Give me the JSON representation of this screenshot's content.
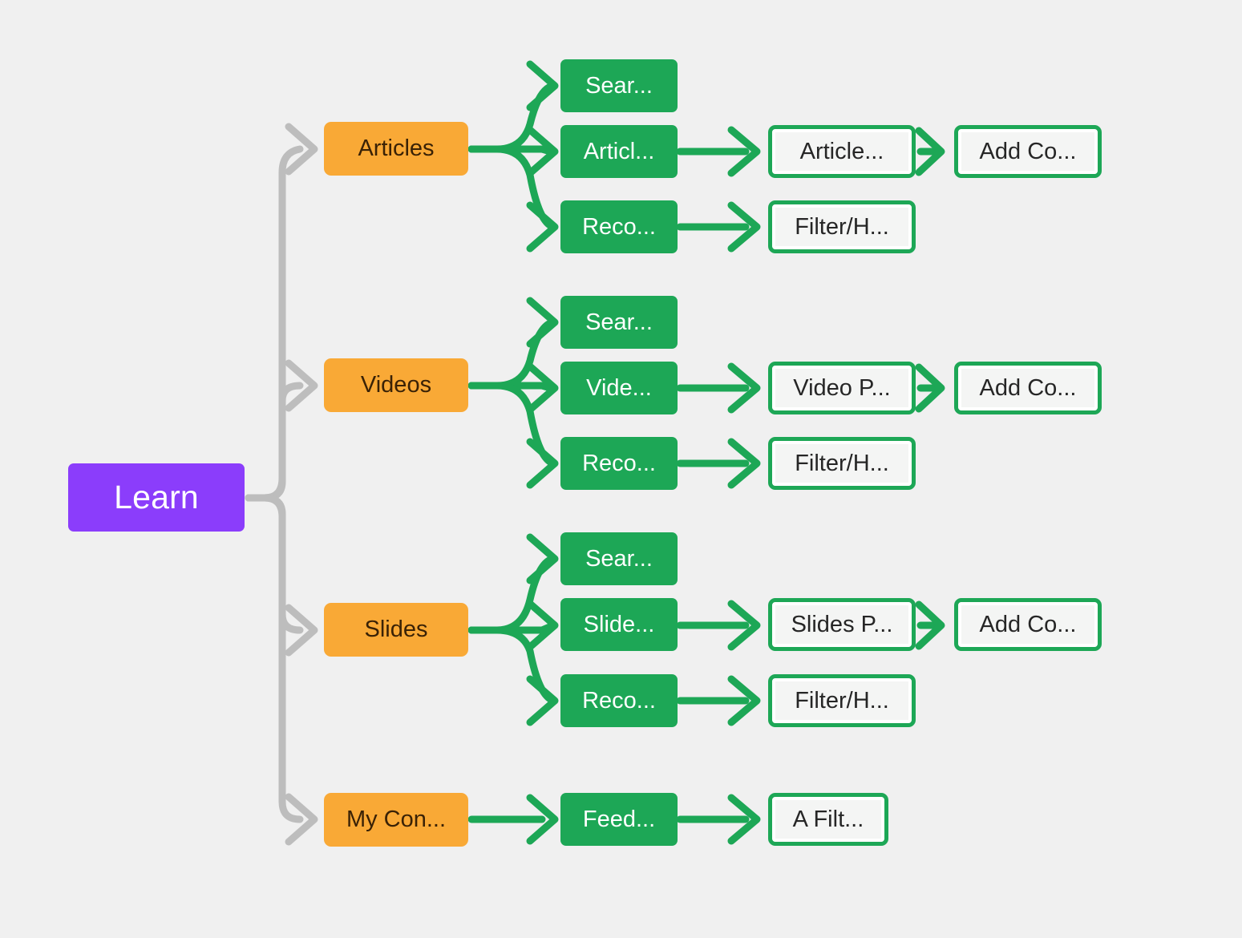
{
  "diagram": {
    "type": "flowchart-mindmap",
    "background_color": "#f0f0f0",
    "orientation": "left-to-right",
    "colors": {
      "root": "#8b3dfb",
      "root_text": "#ffffff",
      "category": "#f9a936",
      "category_text": "#3a2206",
      "green_fill": "#1da756",
      "green_fill_text": "#ffffff",
      "outline_border": "#1da756",
      "outline_text": "#262626",
      "root_edge": "#bdbdbd",
      "branch_edge": "#1da756"
    },
    "root": {
      "label": "Learn"
    },
    "categories": [
      {
        "label": "Articles"
      },
      {
        "label": "Videos"
      },
      {
        "label": "Slides"
      },
      {
        "label": "My Con..."
      }
    ],
    "nodes": {
      "articles_search": "Sear...",
      "articles_list": "Articl...",
      "articles_reco": "Reco...",
      "articles_detail": "Article...",
      "articles_addco": "Add Co...",
      "articles_filter": "Filter/H...",
      "videos_search": "Sear...",
      "videos_list": "Vide...",
      "videos_reco": "Reco...",
      "videos_player": "Video P...",
      "videos_addco": "Add Co...",
      "videos_filter": "Filter/H...",
      "slides_search": "Sear...",
      "slides_list": "Slide...",
      "slides_reco": "Reco...",
      "slides_player": "Slides P...",
      "slides_addco": "Add Co...",
      "slides_filter": "Filter/H...",
      "mycontent_feed": "Feed...",
      "mycontent_filter": "A Filt..."
    }
  }
}
